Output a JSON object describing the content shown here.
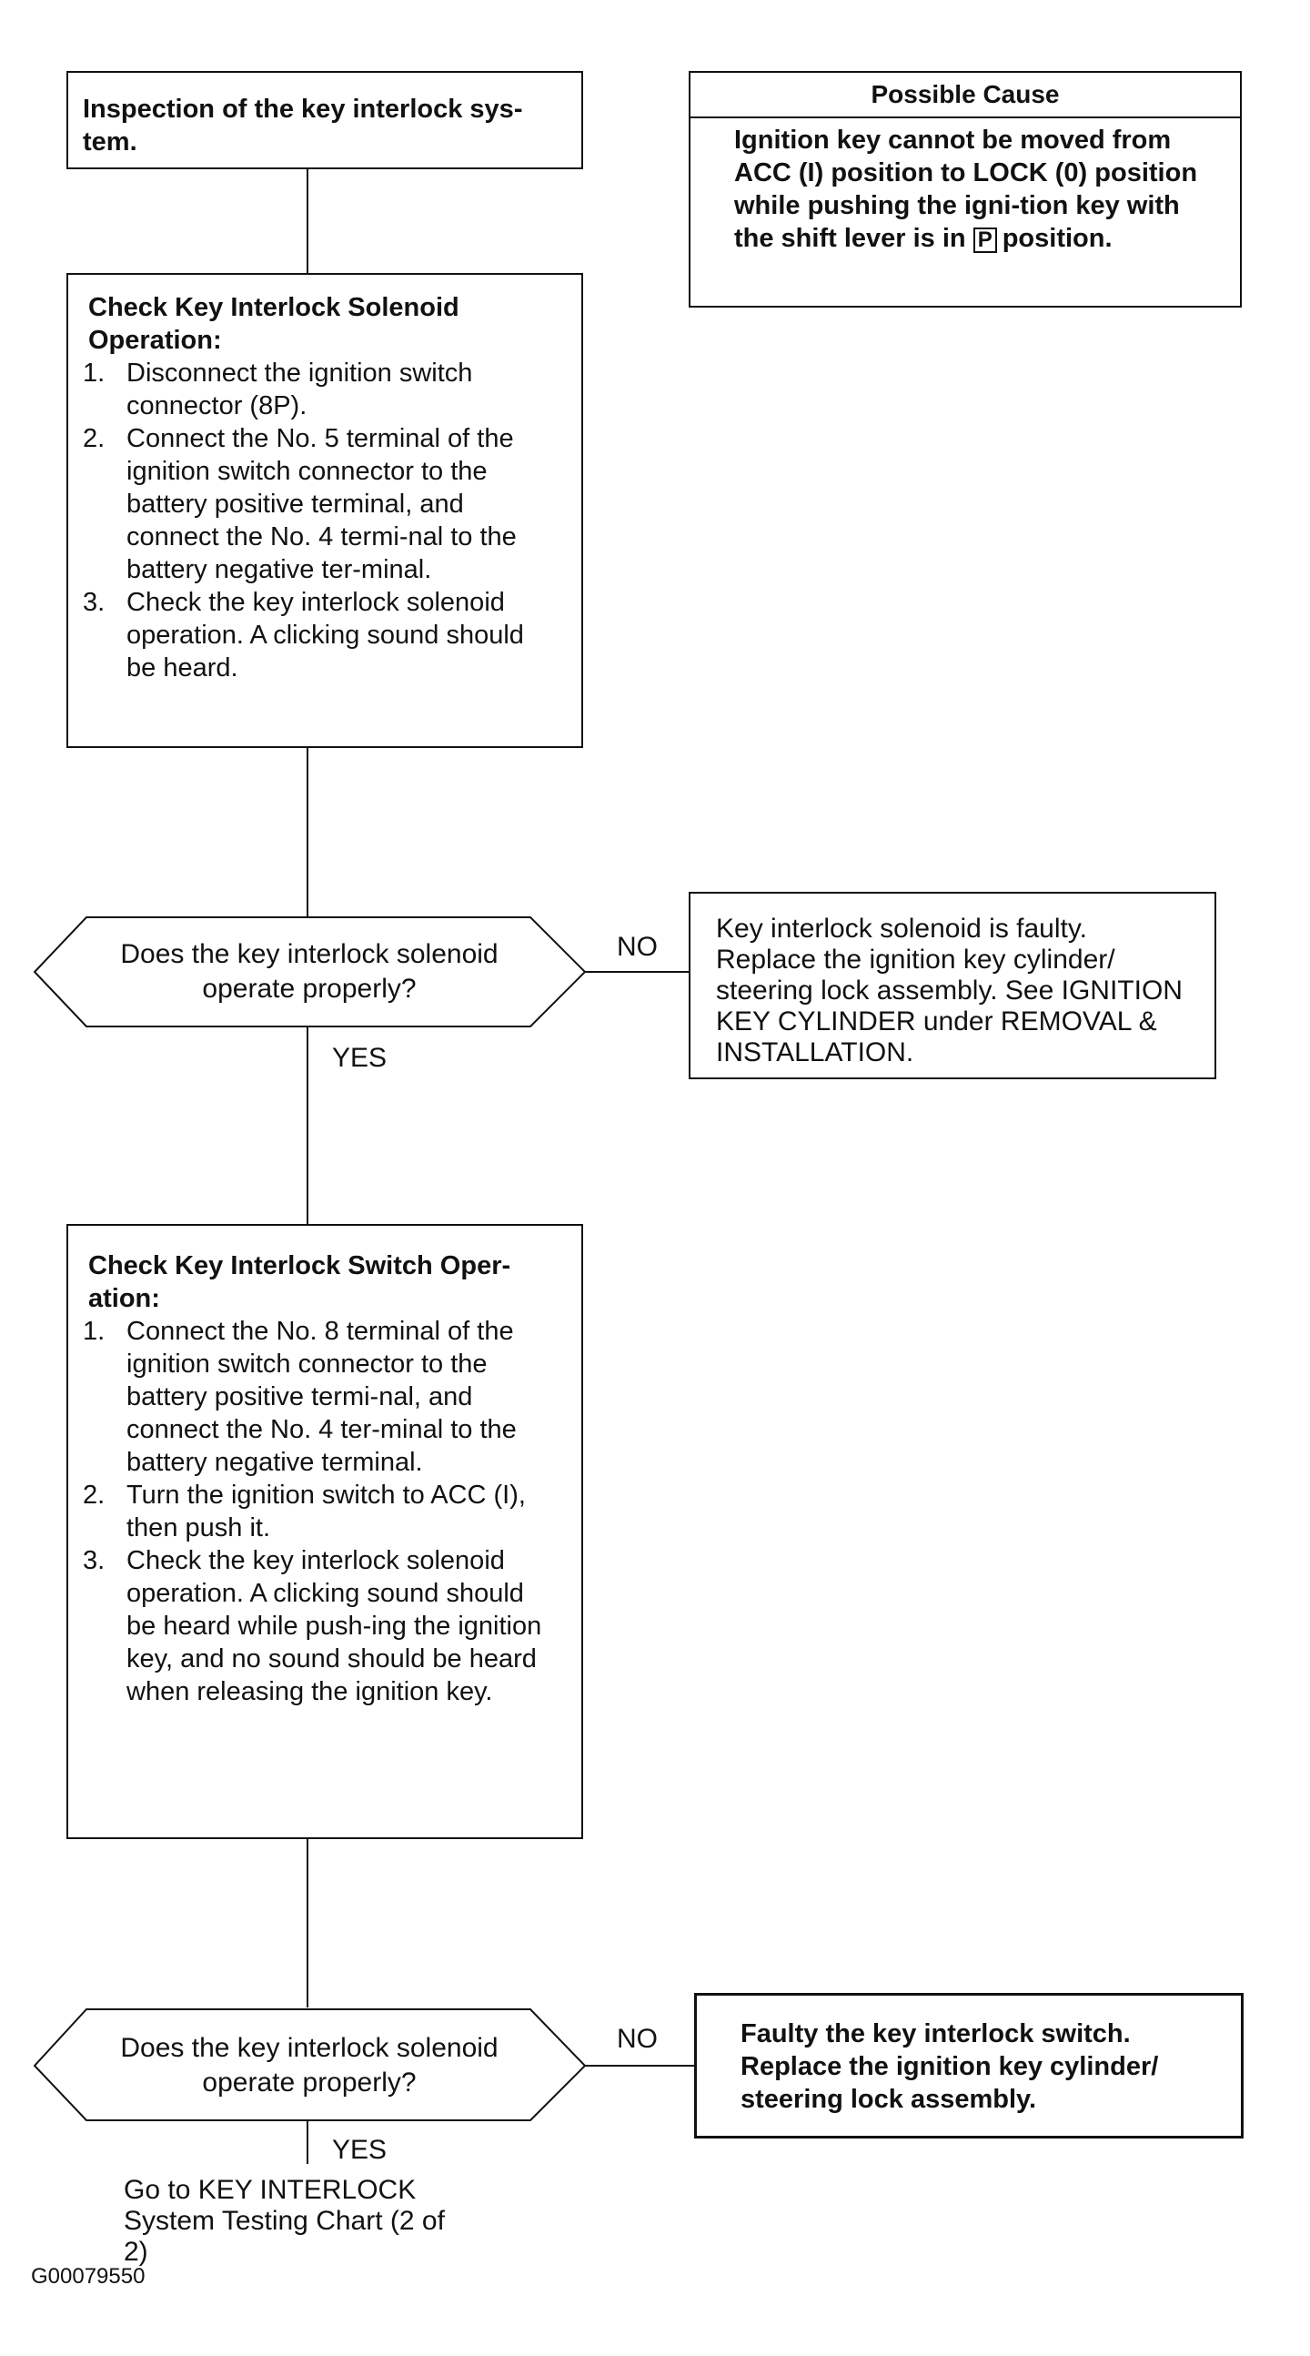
{
  "start_box": {
    "text": "Inspection of the key interlock sys-tem."
  },
  "possible_cause": {
    "title": "Possible Cause",
    "body_before": "Ignition key cannot be moved from ACC (I) position to LOCK (0) position while pushing the igni-tion key with the shift lever is in",
    "p_symbol": "P",
    "body_after": "position."
  },
  "step1": {
    "heading": "Check Key Interlock Solenoid Operation:",
    "items": [
      {
        "num": "1.",
        "text": "Disconnect the ignition switch connector (8P)."
      },
      {
        "num": "2.",
        "text": "Connect the No. 5 terminal of the ignition switch connector to the battery positive terminal, and connect the No. 4 termi-nal to the battery negative ter-minal."
      },
      {
        "num": "3.",
        "text": "Check the key interlock solenoid operation. A clicking sound should be heard."
      }
    ]
  },
  "decision1": {
    "text": "Does the key interlock solenoid operate properly?",
    "no_label": "NO",
    "yes_label": "YES"
  },
  "fault1": {
    "text": "Key interlock solenoid is faulty. Replace the ignition key cylinder/ steering lock assembly. See IGNITION KEY CYLINDER under REMOVAL & INSTALLATION."
  },
  "step2": {
    "heading": "Check Key Interlock Switch Oper-ation:",
    "items": [
      {
        "num": "1.",
        "text": "Connect the No. 8 terminal of the ignition switch connector to the battery positive termi-nal, and connect the No. 4 ter-minal to the battery negative terminal."
      },
      {
        "num": "2.",
        "text": "Turn the ignition switch to ACC (I), then push it."
      },
      {
        "num": "3.",
        "text": "Check the key interlock solenoid operation. A clicking sound should be heard while push-ing the ignition key, and no sound should be heard when releasing the ignition key."
      }
    ]
  },
  "decision2": {
    "text": "Does the key interlock solenoid operate properly?",
    "no_label": "NO",
    "yes_label": "YES"
  },
  "fault2": {
    "text": "Faulty the key interlock switch. Replace the ignition key cylinder/ steering lock assembly."
  },
  "goto": {
    "text": "Go to KEY INTERLOCK System Testing Chart (2 of 2)"
  },
  "figure_code": "G00079550"
}
